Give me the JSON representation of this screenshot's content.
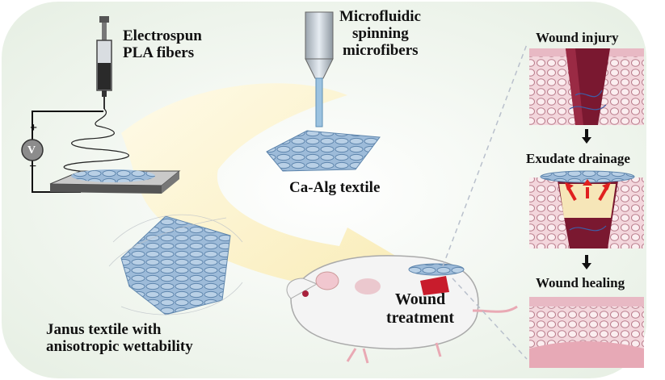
{
  "labels": {
    "electrospun": [
      "Electrospun",
      "PLA fibers"
    ],
    "microfluidic": [
      "Microfluidic",
      "spinning",
      "microfibers"
    ],
    "ca_alg": "Ca-Alg textile",
    "janus": [
      "Janus textile with",
      "anisotropic wettability"
    ],
    "wound_treatment": [
      "Wound",
      "treatment"
    ],
    "plus": "+",
    "minus": "−",
    "voltage": "V"
  },
  "stages": [
    {
      "title": "Wound injury"
    },
    {
      "title": "Exudate drainage"
    },
    {
      "title": "Wound healing"
    }
  ],
  "colors": {
    "background": "#edf3ea",
    "arrow": "#fbf1c6",
    "fiber_blue": "#7fa6cc",
    "skin_pink": "#e8b9c4",
    "wound_dark": "#7a1830",
    "exudate": "#f6e6b8",
    "drain_arrow": "#e0201f"
  }
}
